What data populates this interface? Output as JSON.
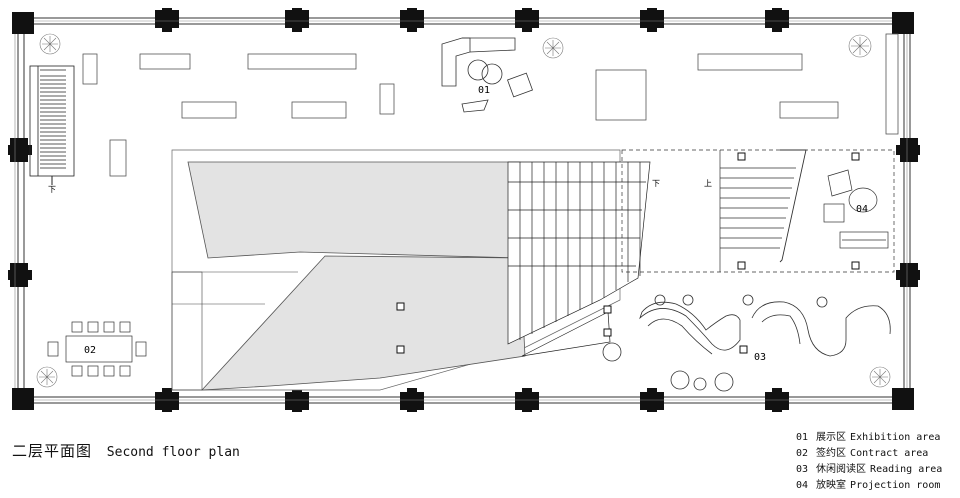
{
  "plan": {
    "zones": [
      {
        "number": "01"
      },
      {
        "number": "02"
      },
      {
        "number": "03"
      },
      {
        "number": "04"
      }
    ],
    "stair_arrows": [
      "下",
      "上",
      "下"
    ]
  },
  "title": {
    "zh": "二层平面图",
    "en": "Second floor plan"
  },
  "legend": [
    {
      "number": "01",
      "zh": "展示区",
      "en": "Exhibition area"
    },
    {
      "number": "02",
      "zh": "签约区",
      "en": "Contract area"
    },
    {
      "number": "03",
      "zh": "休闲阅读区",
      "en": "Reading area"
    },
    {
      "number": "04",
      "zh": "放映室",
      "en": "Projection room"
    }
  ],
  "colors": {
    "wall": "#111111",
    "void_fill": "#e3e3e3",
    "line": "#333333"
  }
}
